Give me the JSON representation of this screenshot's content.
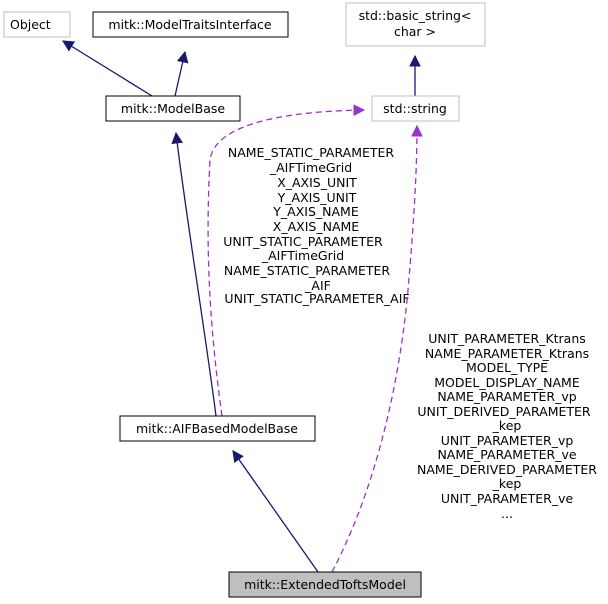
{
  "nodes": {
    "object": "Object",
    "model_traits": "mitk::ModelTraitsInterface",
    "basic_string_line1": "std::basic_string<",
    "basic_string_line2": "char >",
    "model_base": "mitk::ModelBase",
    "std_string": "std::string",
    "aif_based": "mitk::AIFBasedModelBase",
    "extended_tofts": "mitk::ExtendedToftsModel"
  },
  "edge_labels": {
    "string_to_aif": [
      "NAME_STATIC_PARAMETER",
      "_AIFTimeGrid",
      "X_AXIS_UNIT",
      "Y_AXIS_UNIT",
      "Y_AXIS_NAME",
      "X_AXIS_NAME",
      "UNIT_STATIC_PARAMETER",
      "_AIFTimeGrid",
      "NAME_STATIC_PARAMETER",
      "_AIF",
      "UNIT_STATIC_PARAMETER_AIF"
    ],
    "string_to_tofts": [
      "UNIT_PARAMETER_Ktrans",
      "NAME_PARAMETER_Ktrans",
      "MODEL_TYPE",
      "MODEL_DISPLAY_NAME",
      "NAME_PARAMETER_vp",
      "UNIT_DERIVED_PARAMETER",
      "_kep",
      "UNIT_PARAMETER_vp",
      "NAME_PARAMETER_ve",
      "NAME_DERIVED_PARAMETER",
      "_kep",
      "UNIT_PARAMETER_ve",
      "..."
    ]
  },
  "colors": {
    "inheritance_edge": "#191970",
    "usage_edge": "#9a32cd",
    "grey_border": "#bfbfbf",
    "focus_fill": "#bfbfbf"
  }
}
